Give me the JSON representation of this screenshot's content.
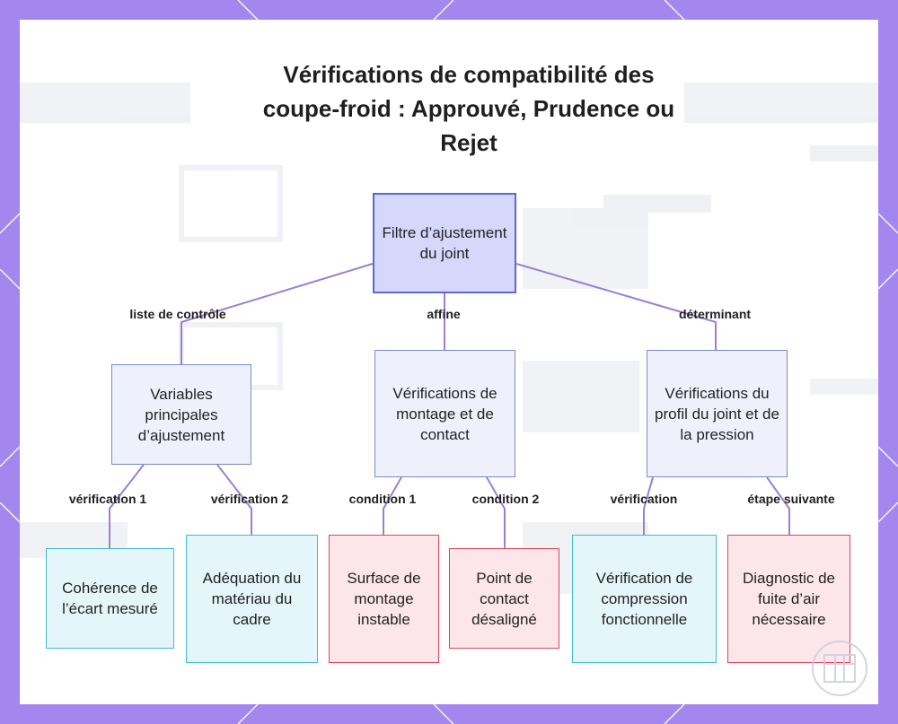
{
  "title_lines": [
    "Vérifications de compatibilité des",
    "coupe-froid : Approuvé, Prudence ou",
    "Rejet"
  ],
  "nodes": {
    "root": "Filtre d’ajustement du joint",
    "mid_left": "Variables principales d’ajustement",
    "mid_center": "Vérifications de montage et de contact",
    "mid_right": "Vérifications du profil du joint et de la pression",
    "leaf_1": "Cohérence de l’écart mesuré",
    "leaf_2": "Adéquation du matériau du cadre",
    "leaf_3": "Surface de montage instable",
    "leaf_4": "Point de contact désaligné",
    "leaf_5": "Vérification de compression fonctionnelle",
    "leaf_6": "Diagnostic de fuite d’air nécessaire"
  },
  "edge_labels": {
    "root_left": "liste de contrôle",
    "root_center": "affine",
    "root_right": "déterminant",
    "left_1": "vérification 1",
    "left_2": "vérification 2",
    "center_1": "condition 1",
    "center_2": "condition 2",
    "right_1": "vérification",
    "right_2": "étape suivante"
  },
  "colors": {
    "frame": "#a487ee",
    "edge": "#9b7fd4",
    "root_fill": "#d6d8fb",
    "cyan_border": "#41bcd2",
    "red_border": "#d9485c"
  }
}
